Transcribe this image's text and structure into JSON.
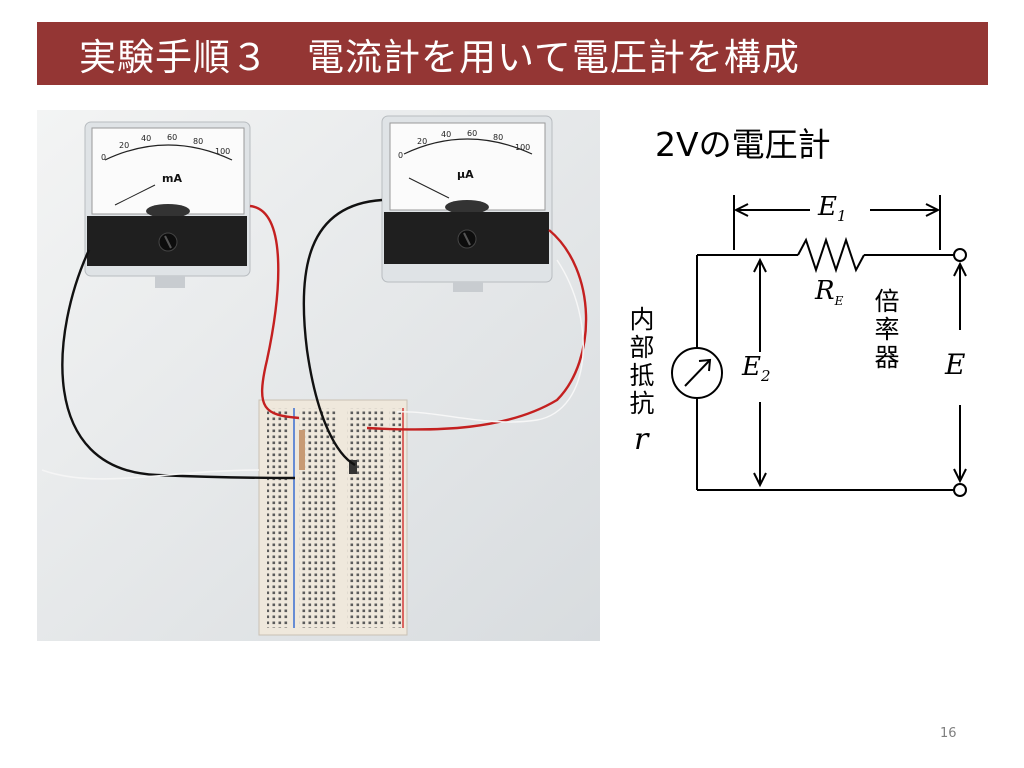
{
  "slide": {
    "title": "実験手順３　電流計を用いて電圧計を構成",
    "subtitle": "2Vの電圧計",
    "page_number": "16"
  },
  "photo": {
    "meter_left": {
      "unit": "mA",
      "scale": [
        "0",
        "20",
        "40",
        "60",
        "80",
        "100"
      ]
    },
    "meter_right": {
      "unit": "μA",
      "scale": [
        "0",
        "20",
        "40",
        "60",
        "80",
        "100"
      ]
    }
  },
  "circuit": {
    "label_E1": "E",
    "label_E1_sub": "1",
    "label_RE": "R",
    "label_RE_sub": "E",
    "label_multiplier": "倍率器",
    "label_internal_resistance": "内部抵抗",
    "label_r": "r",
    "label_E2": "E",
    "label_E2_sub": "2",
    "label_E": "E"
  }
}
